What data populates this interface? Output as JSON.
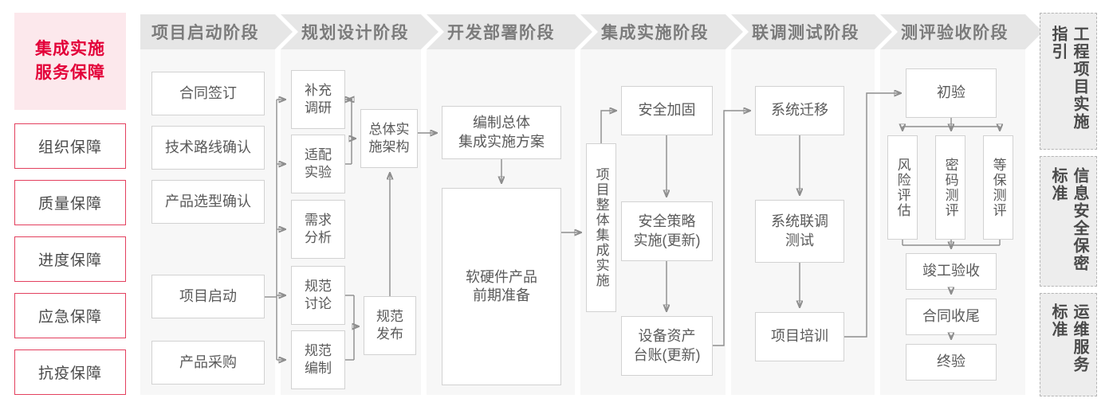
{
  "left_rail": {
    "title": {
      "line1": "集成实施",
      "line2": "服务保障",
      "color": "#e30039",
      "bg": "#fce8ec"
    },
    "items": [
      {
        "label": "组织保障"
      },
      {
        "label": "质量保障"
      },
      {
        "label": "进度保障"
      },
      {
        "label": "应急保障"
      },
      {
        "label": "抗疫保障"
      }
    ]
  },
  "phases": [
    {
      "header": "项目启动阶段",
      "nodes": [
        {
          "label": "合同签订"
        },
        {
          "label": "技术路线确认"
        },
        {
          "label": "产品选型确认"
        },
        {
          "label": "项目启动"
        },
        {
          "label": "产品采购"
        }
      ]
    },
    {
      "header": "规划设计阶段",
      "nodes": [
        {
          "label": "补充\n调研"
        },
        {
          "label": "适配\n实验"
        },
        {
          "label": "需求\n分析"
        },
        {
          "label": "规范\n讨论"
        },
        {
          "label": "规范\n编制"
        },
        {
          "label": "总体实\n施架构"
        },
        {
          "label": "规范\n发布"
        }
      ]
    },
    {
      "header": "开发部署阶段",
      "nodes": [
        {
          "label": "编制总体\n集成实施方案"
        },
        {
          "label": "软硬件产品\n前期准备"
        }
      ]
    },
    {
      "header": "集成实施阶段",
      "nodes": [
        {
          "label": "项目整体集成实施"
        },
        {
          "label": "安全加固"
        },
        {
          "label": "安全策略\n实施(更新)"
        },
        {
          "label": "设备资产\n台账(更新)"
        }
      ]
    },
    {
      "header": "联调测试阶段",
      "nodes": [
        {
          "label": "系统迁移"
        },
        {
          "label": "系统联调\n测试"
        },
        {
          "label": "项目培训"
        }
      ]
    },
    {
      "header": "测评验收阶段",
      "nodes": [
        {
          "label": "初验"
        },
        {
          "label": "风险评估"
        },
        {
          "label": "密码测评"
        },
        {
          "label": "等保测评"
        },
        {
          "label": "竣工验收"
        },
        {
          "label": "合同收尾"
        },
        {
          "label": "终验"
        }
      ]
    }
  ],
  "right_rail": {
    "items": [
      {
        "label": "工程项目实施指引"
      },
      {
        "label": "信息安全保密标准"
      },
      {
        "label": "运维服务标准"
      }
    ]
  },
  "palette": {
    "panel_bg": "#f7f7f7",
    "header_bg": "#e6e6e6",
    "header_text": "#7b7b7b",
    "node_border": "#d2d2d2",
    "node_text": "#5a5a5a",
    "wire": "#8d8d8d",
    "accent_red": "#e30039",
    "accent_red_soft": "#fce8ec",
    "std_bg": "#ededed",
    "std_border": "#b5b5b5"
  }
}
